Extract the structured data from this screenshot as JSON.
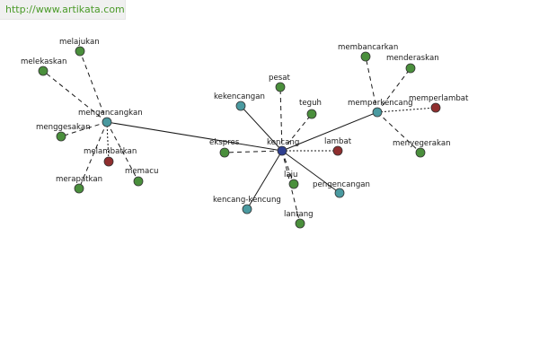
{
  "header": {
    "url_text": "http://www.artikata.com"
  },
  "colors": {
    "root": "#2e3f8f",
    "hub": "#4a9aa0",
    "synonym": "#4a8f3c",
    "antonym": "#8f2e2e",
    "edge": "#1a1a1a",
    "link": "#4a9a28"
  },
  "graph": {
    "nodes": [
      {
        "id": "kencang",
        "label": "kencang",
        "kind": "root"
      },
      {
        "id": "mengencangkan",
        "label": "mengencangkan",
        "kind": "hub"
      },
      {
        "id": "memperkencang",
        "label": "memperkencang",
        "kind": "hub"
      },
      {
        "id": "kekencangan",
        "label": "kekencangan",
        "kind": "hub"
      },
      {
        "id": "kencang-kencung",
        "label": "kencang-kencung",
        "kind": "hub"
      },
      {
        "id": "pengencangan",
        "label": "pengencangan",
        "kind": "hub"
      },
      {
        "id": "melajukan",
        "label": "melajukan",
        "kind": "synonym"
      },
      {
        "id": "melekaskan",
        "label": "melekaskan",
        "kind": "synonym"
      },
      {
        "id": "menggesakan",
        "label": "menggesakan",
        "kind": "synonym"
      },
      {
        "id": "melambatkan",
        "label": "melambatkan",
        "kind": "antonym"
      },
      {
        "id": "memacu",
        "label": "memacu",
        "kind": "synonym"
      },
      {
        "id": "merapatkan",
        "label": "merapatkan",
        "kind": "synonym"
      },
      {
        "id": "pesat",
        "label": "pesat",
        "kind": "synonym"
      },
      {
        "id": "teguh",
        "label": "teguh",
        "kind": "synonym"
      },
      {
        "id": "ekspres",
        "label": "ekspres",
        "kind": "synonym"
      },
      {
        "id": "lambat",
        "label": "lambat",
        "kind": "antonym"
      },
      {
        "id": "laju",
        "label": "laju",
        "kind": "synonym"
      },
      {
        "id": "lantang",
        "label": "lantang",
        "kind": "synonym"
      },
      {
        "id": "membancarkan",
        "label": "membancarkan",
        "kind": "synonym"
      },
      {
        "id": "menderaskan",
        "label": "menderaskan",
        "kind": "synonym"
      },
      {
        "id": "memperlambat",
        "label": "memperlambat",
        "kind": "antonym"
      },
      {
        "id": "menyegerakan",
        "label": "menyegerakan",
        "kind": "synonym"
      }
    ],
    "edges": [
      {
        "from": "kencang",
        "to": "mengencangkan",
        "style": "solid"
      },
      {
        "from": "kencang",
        "to": "memperkencang",
        "style": "solid"
      },
      {
        "from": "kencang",
        "to": "kekencangan",
        "style": "solid"
      },
      {
        "from": "kencang",
        "to": "kencang-kencung",
        "style": "solid"
      },
      {
        "from": "kencang",
        "to": "pengencangan",
        "style": "solid"
      },
      {
        "from": "kencang",
        "to": "pesat",
        "style": "dashed"
      },
      {
        "from": "kencang",
        "to": "teguh",
        "style": "dashed"
      },
      {
        "from": "kencang",
        "to": "ekspres",
        "style": "dashed"
      },
      {
        "from": "kencang",
        "to": "lambat",
        "style": "dotted"
      },
      {
        "from": "kencang",
        "to": "laju",
        "style": "dashed"
      },
      {
        "from": "kencang",
        "to": "lantang",
        "style": "dashed"
      },
      {
        "from": "mengencangkan",
        "to": "melajukan",
        "style": "dashed"
      },
      {
        "from": "mengencangkan",
        "to": "melekaskan",
        "style": "dashed"
      },
      {
        "from": "mengencangkan",
        "to": "menggesakan",
        "style": "dashed"
      },
      {
        "from": "mengencangkan",
        "to": "melambatkan",
        "style": "dotted"
      },
      {
        "from": "mengencangkan",
        "to": "memacu",
        "style": "dashed"
      },
      {
        "from": "mengencangkan",
        "to": "merapatkan",
        "style": "dashed"
      },
      {
        "from": "memperkencang",
        "to": "membancarkan",
        "style": "dashed"
      },
      {
        "from": "memperkencang",
        "to": "menderaskan",
        "style": "dashed"
      },
      {
        "from": "memperkencang",
        "to": "memperlambat",
        "style": "dotted"
      },
      {
        "from": "memperkencang",
        "to": "menyegerakan",
        "style": "dashed"
      }
    ]
  }
}
